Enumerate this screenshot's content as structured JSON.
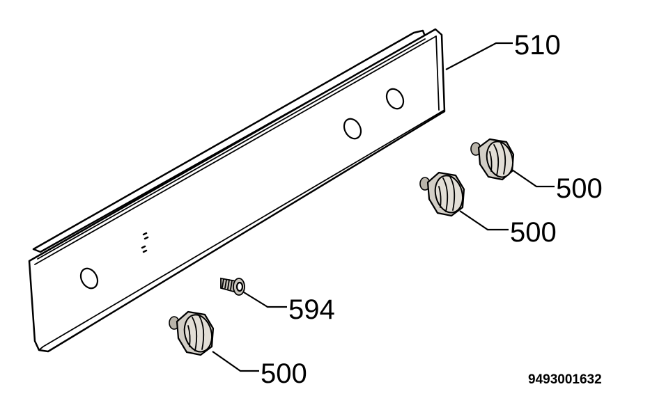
{
  "diagram": {
    "callouts": [
      {
        "id": "panel",
        "label": "510"
      },
      {
        "id": "knob-top-right",
        "label": "500"
      },
      {
        "id": "knob-middle-right",
        "label": "500"
      },
      {
        "id": "screw",
        "label": "594"
      },
      {
        "id": "knob-bottom-left",
        "label": "500"
      }
    ],
    "document_number": "9493001632",
    "colors": {
      "ink": "#000000",
      "knob_fill": "#d2cec6",
      "background": "#ffffff"
    }
  }
}
